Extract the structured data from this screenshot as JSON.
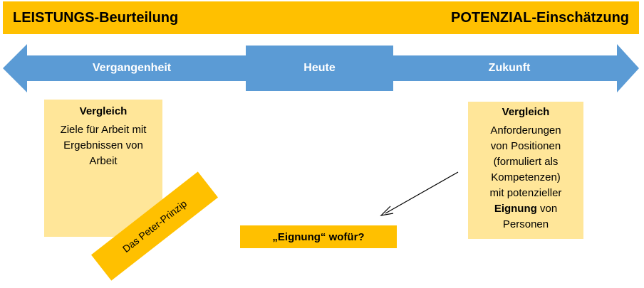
{
  "banner": {
    "left": "LEISTUNGS-Beurteilung",
    "right": "POTENZIAL-Einschätzung"
  },
  "timeline": {
    "past": "Vergangenheit",
    "today": "Heute",
    "future": "Zukunft"
  },
  "left_box": {
    "heading": "Vergleich",
    "lines": [
      "Ziele für Arbeit mit",
      "Ergebnissen von",
      "Arbeit"
    ]
  },
  "right_box": {
    "heading": "Vergleich",
    "lines": [
      "Anforderungen",
      "von Positionen",
      "(formuliert als",
      "Kompetenzen)",
      "mit potenzieller"
    ],
    "bold_word": "Eignung",
    "after_bold": " von",
    "last_line": "Personen"
  },
  "peter_label": "Das Peter-Prinzip",
  "eignung_label": "„Eignung“ wofür?",
  "colors": {
    "orange": "#FFC000",
    "light_yellow": "#FFE699",
    "blue": "#5B9BD5"
  }
}
